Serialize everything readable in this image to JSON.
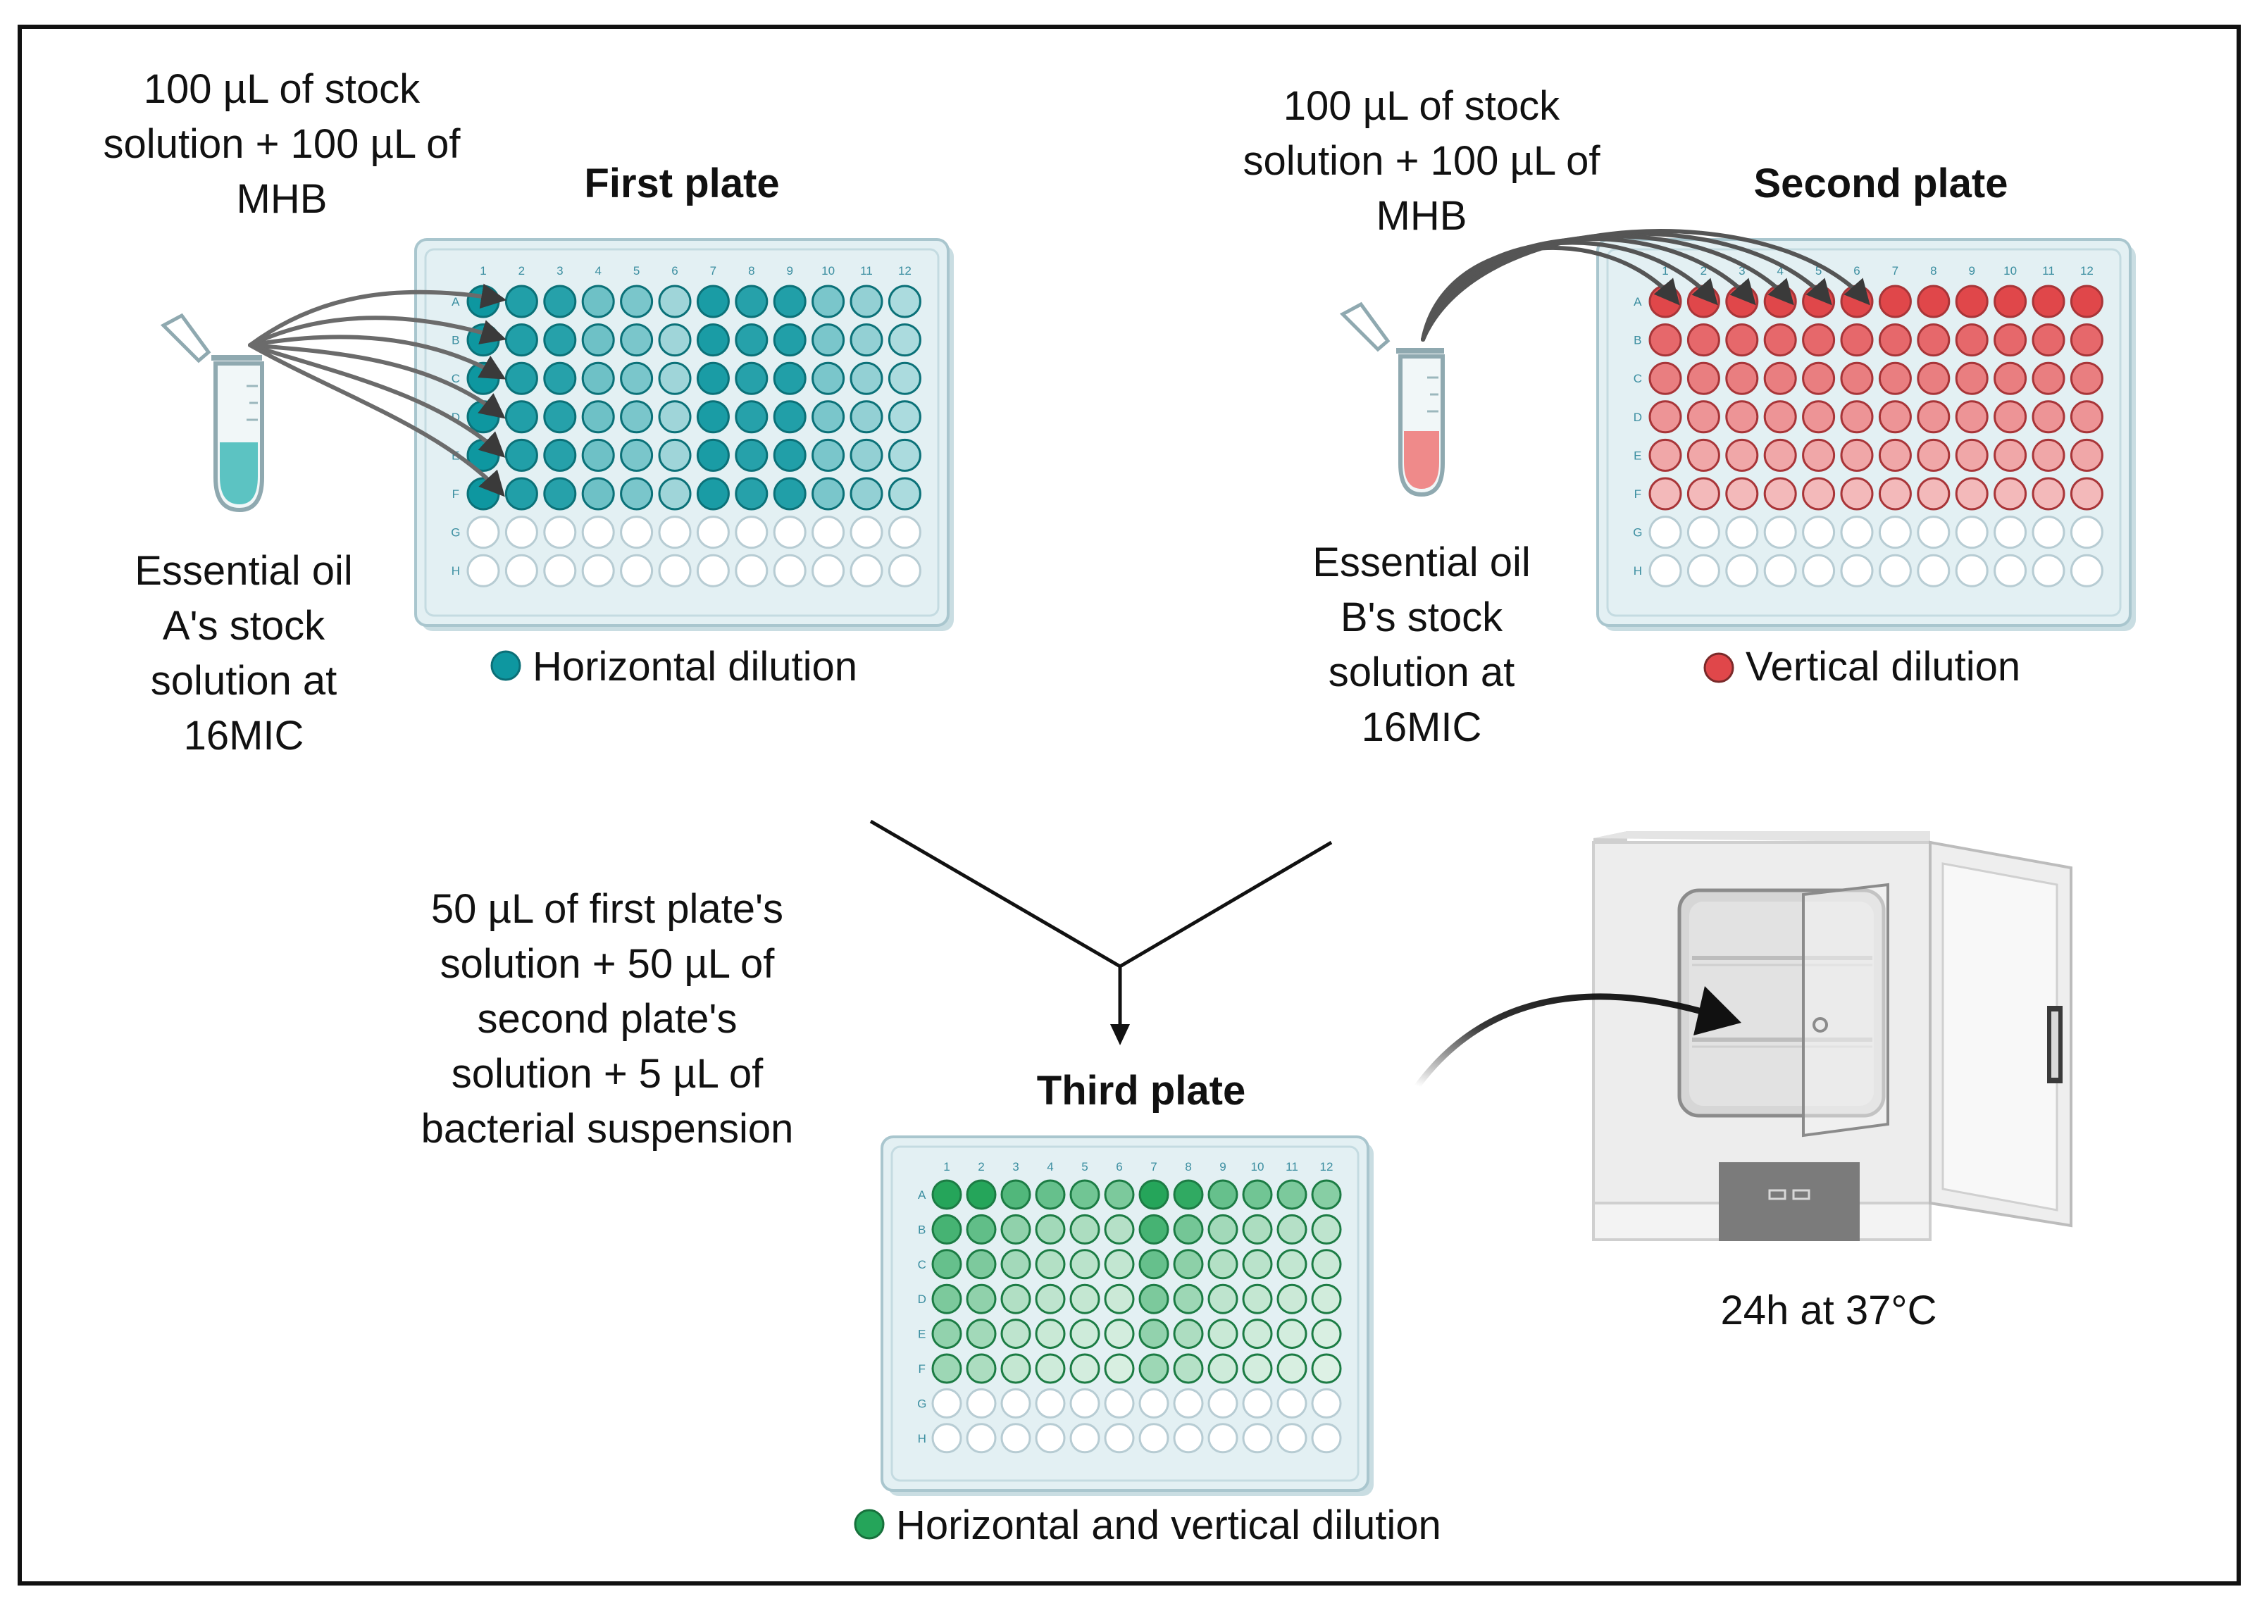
{
  "plate1": {
    "title": "First plate",
    "legend": "Horizontal dilution",
    "legend_color": "#0e97a0",
    "cols": [
      "1",
      "2",
      "3",
      "4",
      "5",
      "6",
      "7",
      "8",
      "9",
      "10",
      "11",
      "12"
    ],
    "rows": [
      "A",
      "B",
      "C",
      "D",
      "E",
      "F",
      "G",
      "H"
    ]
  },
  "plate2": {
    "title": "Second plate",
    "legend": "Vertical dilution",
    "legend_color": "#e0474a",
    "cols": [
      "1",
      "2",
      "3",
      "4",
      "5",
      "6",
      "7",
      "8",
      "9",
      "10",
      "11",
      "12"
    ],
    "rows": [
      "A",
      "B",
      "C",
      "D",
      "E",
      "F",
      "G",
      "H"
    ]
  },
  "plate3": {
    "title": "Third plate",
    "legend": "Horizontal and vertical dilution",
    "legend_color": "#25a55a",
    "cols": [
      "1",
      "2",
      "3",
      "4",
      "5",
      "6",
      "7",
      "8",
      "9",
      "10",
      "11",
      "12"
    ],
    "rows": [
      "A",
      "B",
      "C",
      "D",
      "E",
      "F",
      "G",
      "H"
    ]
  },
  "stock_a": {
    "transfer_lines": [
      "100 µL of stock",
      "solution + 100 µL of",
      "MHB"
    ],
    "caption_lines": [
      "Essential oil",
      "A's stock",
      "solution at",
      "16MIC"
    ]
  },
  "stock_b": {
    "transfer_lines": [
      "100 µL of stock",
      "solution + 100 µL of",
      "MHB"
    ],
    "caption_lines": [
      "Essential oil",
      "B's stock",
      "solution at",
      "16MIC"
    ]
  },
  "mix": {
    "lines": [
      "50 µL of first plate's",
      "solution + 50 µL of",
      "second plate's",
      "solution + 5 µL of",
      "bacterial suspension"
    ]
  },
  "incubation": {
    "label": "24h at 37°C"
  },
  "colors": {
    "teal": "#0e97a0",
    "red": "#e0474a",
    "green": "#25a55a",
    "plate_body": "#e3f0f3",
    "plate_edge": "#a9c6ce"
  }
}
